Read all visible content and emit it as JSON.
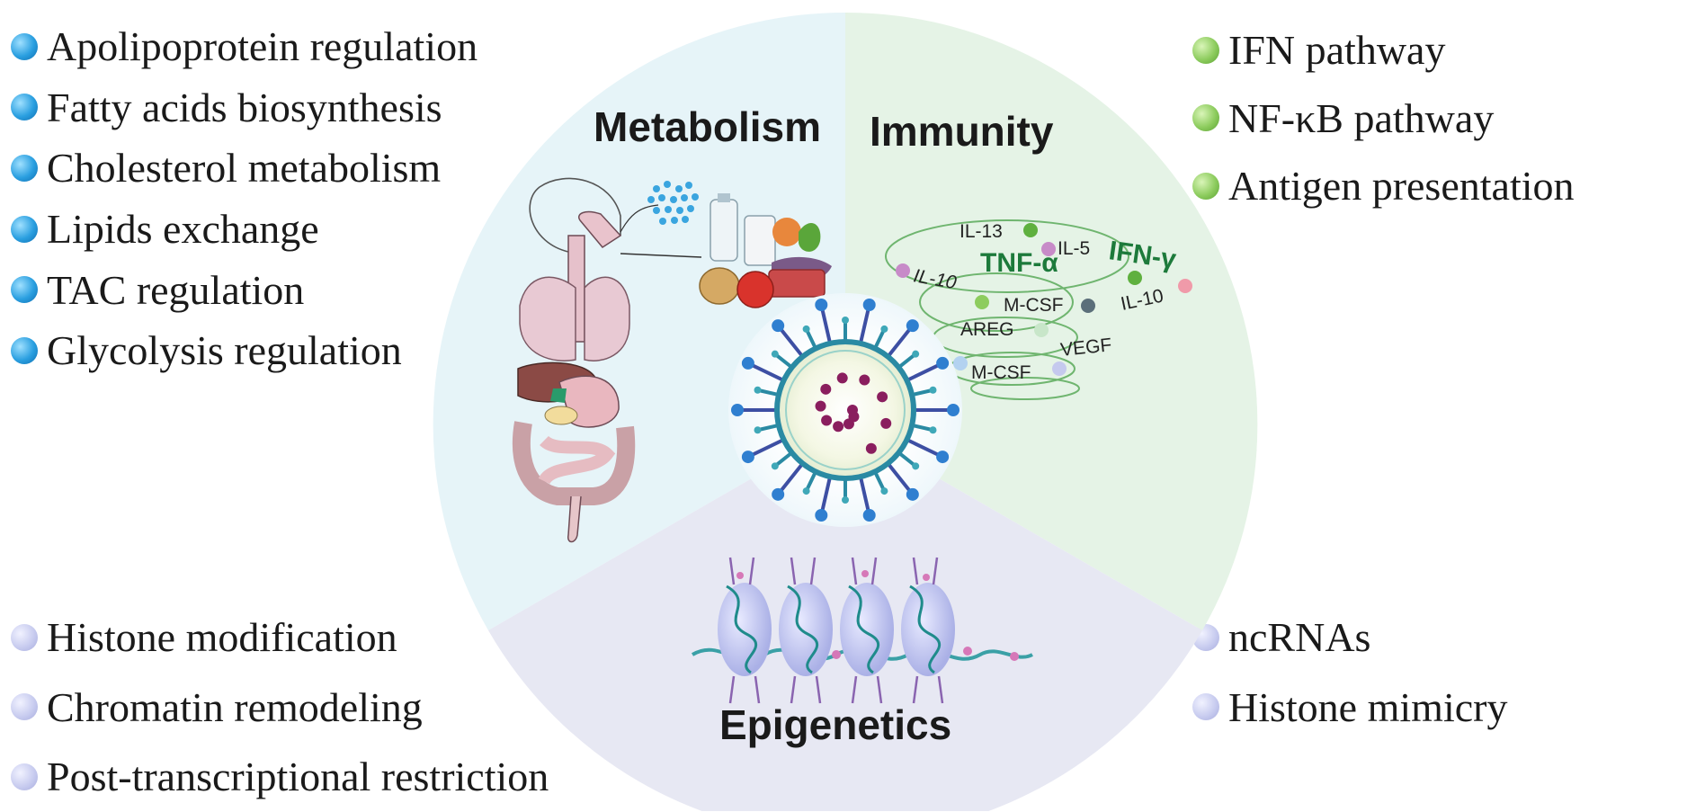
{
  "sectors": {
    "metabolism": "Metabolism",
    "immunity": "Immunity",
    "epigenetics": "Epigenetics"
  },
  "metabolism_items": [
    "Apolipoprotein regulation",
    "Fatty acids biosynthesis",
    "Cholesterol metabolism",
    "Lipids exchange",
    "TAC regulation",
    "Glycolysis regulation"
  ],
  "immunity_items": [
    "IFN pathway",
    "NF-κB pathway",
    "Antigen presentation"
  ],
  "epigenetics_left_items": [
    "Histone modification",
    "Chromatin remodeling",
    "Post-transcriptional restriction"
  ],
  "epigenetics_right_items": [
    "ncRNAs",
    "Histone mimicry"
  ],
  "cytokines": {
    "il13": "IL-13",
    "il5": "IL-5",
    "ifng": "IFN-γ",
    "il10_left": "IL-10",
    "tnfa": "TNF-α",
    "mcsf_top": "M-CSF",
    "il10_right": "IL-10",
    "areg": "AREG",
    "vegf": "VEGF",
    "mcsf_bottom": "M-CSF"
  },
  "colors": {
    "metabolism_bg": "#e6f4f8",
    "immunity_bg": "#e5f3e6",
    "epigenetics_bg": "#e7e8f3",
    "bullet_blue": "#2a9fe0",
    "bullet_green": "#8dcc5e",
    "bullet_lavender": "#c5c9ee",
    "cytokine_green": "#1d7a3b"
  },
  "icons": {
    "metabolism_bullet": "blue-sphere-icon",
    "immunity_bullet": "green-sphere-icon",
    "epigenetics_bullet": "lavender-sphere-icon",
    "body": "digestive-system-icon",
    "food": "food-icon",
    "virus": "virus-icon",
    "chromatin": "nucleosome-icon"
  }
}
